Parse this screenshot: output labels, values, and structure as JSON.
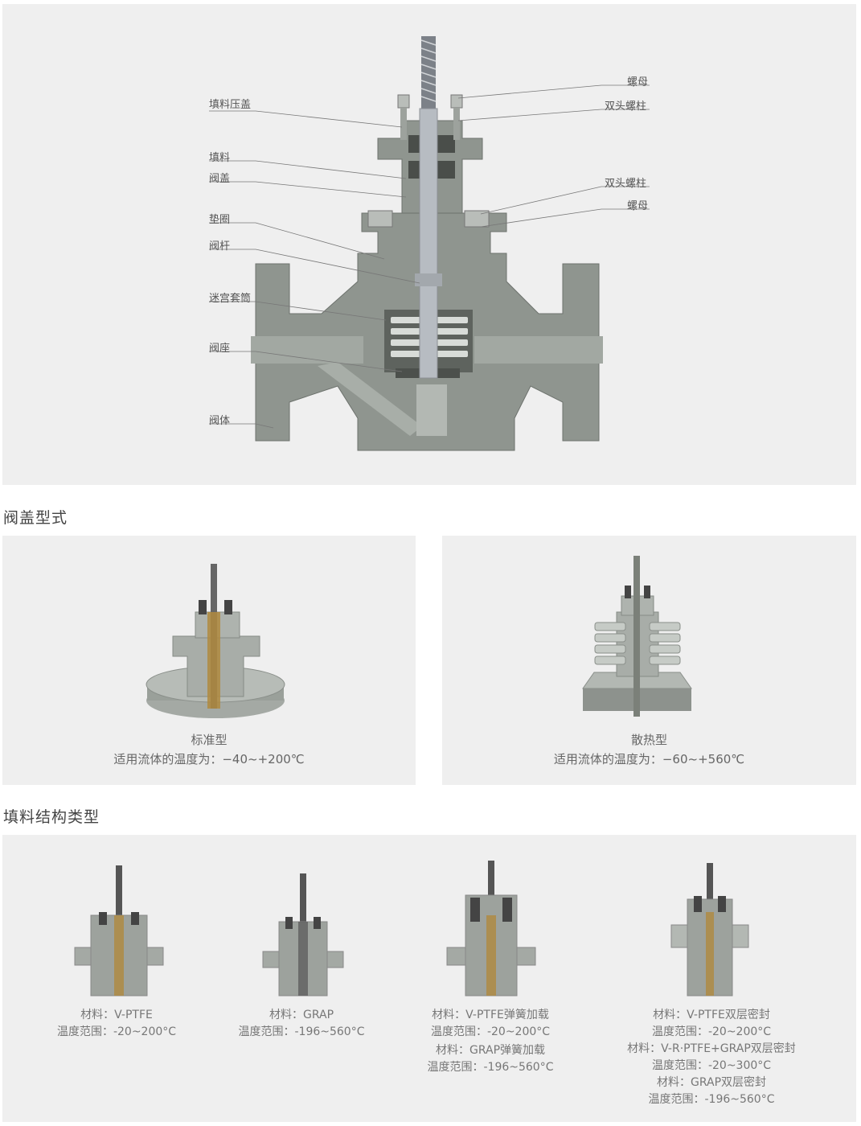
{
  "main_diagram": {
    "labels_left": [
      "填料压盖",
      "填料",
      "阀盖",
      "垫圈",
      "阀杆",
      "迷宫套筒",
      "阀座",
      "阀体"
    ],
    "labels_right": [
      "螺母",
      "双头螺柱",
      "双头螺柱",
      "螺母"
    ]
  },
  "bonnet_section": {
    "title": "阀盖型式",
    "items": [
      {
        "name": "标准型",
        "temp": "适用流体的温度为：−40~+200℃"
      },
      {
        "name": "散热型",
        "temp": "适用流体的温度为：−60~+560℃"
      }
    ]
  },
  "packing_section": {
    "title": "填料结构类型",
    "items": [
      {
        "lines": [
          "材料：V-PTFE",
          "温度范围：-20~200°C"
        ]
      },
      {
        "lines": [
          "材料：GRAP",
          "温度范围：-196~560°C"
        ]
      },
      {
        "lines": [
          "材料：V-PTFE弹簧加载",
          "温度范围：-20~200°C",
          "材料：GRAP弹簧加载",
          "温度范围：-196~560°C"
        ]
      },
      {
        "lines": [
          "材料：V-PTFE双层密封",
          "温度范围：-20~200°C",
          "材料：V-R·PTFE+GRAP双层密封",
          "温度范围：-20~300°C",
          "材料：GRAP双层密封",
          "温度范围：-196~560°C"
        ]
      }
    ]
  },
  "colors": {
    "panel": "#efefef",
    "metal": "#8f958f",
    "metal_dark": "#6d726d",
    "stem": "#b7bcc2"
  }
}
